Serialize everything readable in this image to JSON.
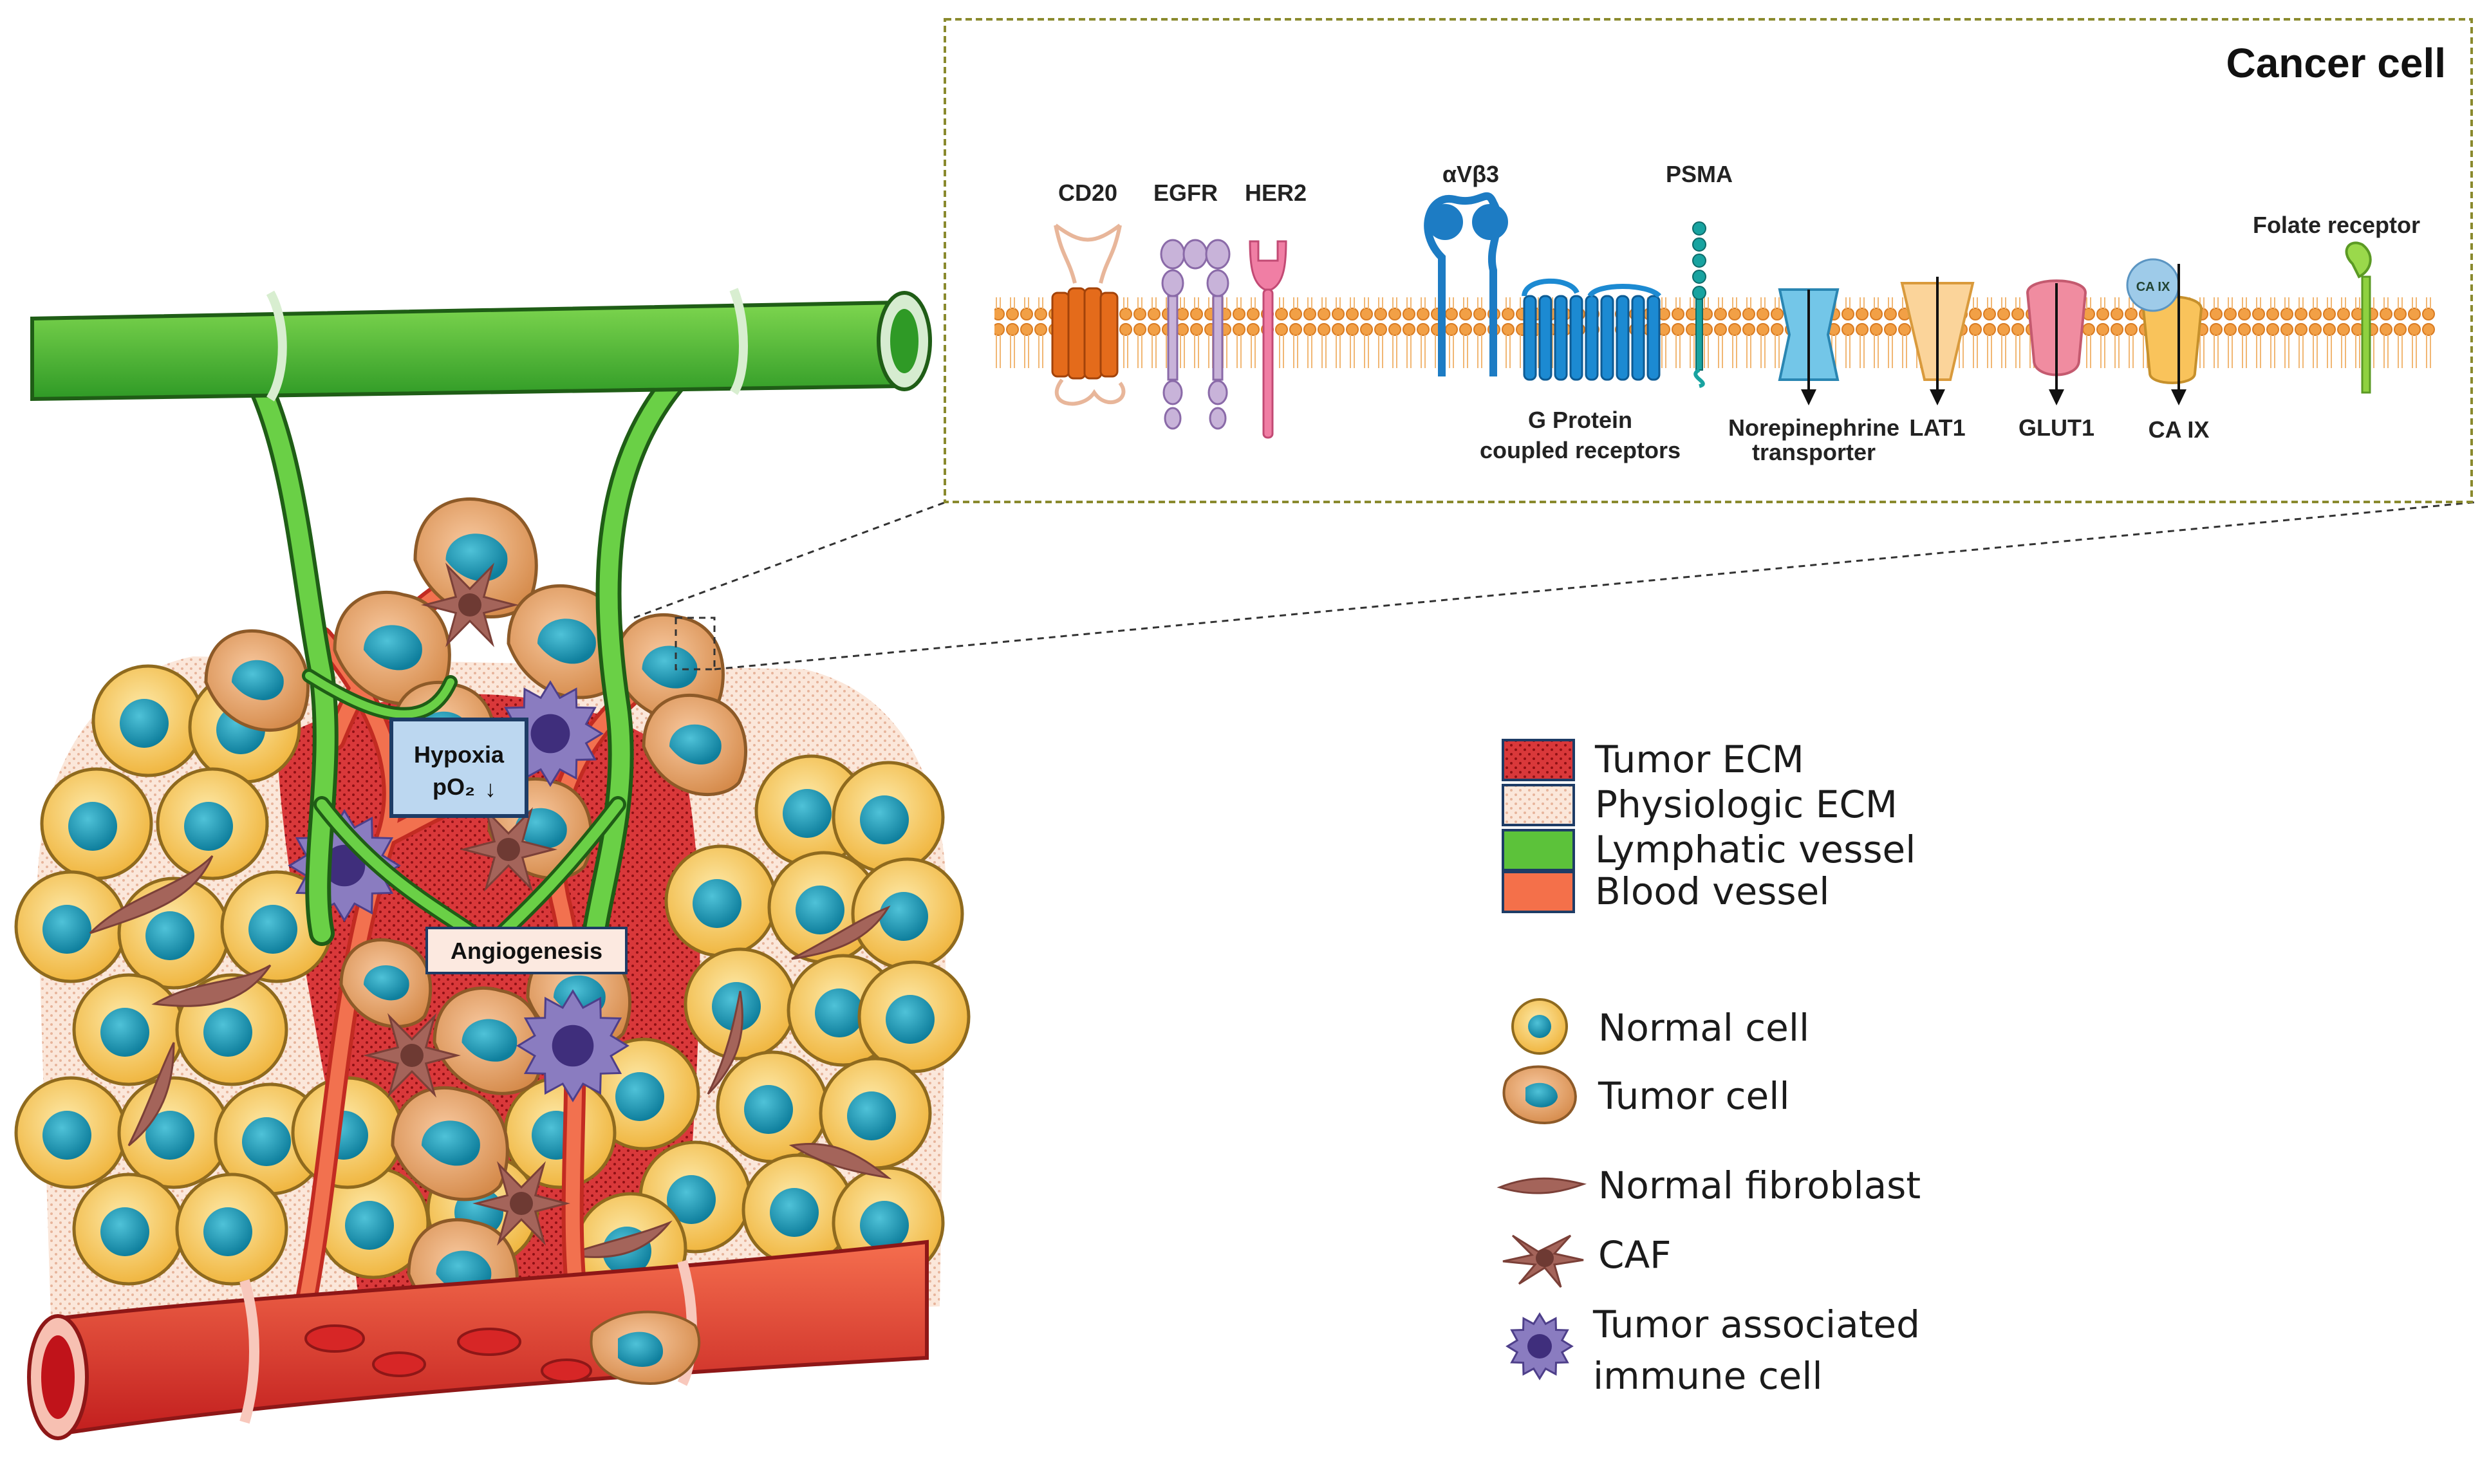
{
  "inset": {
    "title": "Cancer cell",
    "receptors": {
      "cd20": "CD20",
      "egfr": "EGFR",
      "her2": "HER2",
      "avb3": "αVβ3",
      "psma": "PSMA",
      "folate": "Folate receptor",
      "gpcr_line1": "G Protein",
      "gpcr_line2": "coupled receptors",
      "net_line1": "Norepinephrine",
      "net_line2": "transporter",
      "lat1": "LAT1",
      "glut1": "GLUT1",
      "caix": "CA IX",
      "caix_badge": "CA IX"
    }
  },
  "tumor": {
    "hypoxia_line1": "Hypoxia",
    "hypoxia_line2": "pO₂",
    "hypoxia_arrow": "↓",
    "angiogenesis": "Angiogenesis"
  },
  "legend": {
    "ecm": [
      {
        "label": "Tumor ECM",
        "color": "#c0282d"
      },
      {
        "label": "Physiologic ECM",
        "color": "#f6d6c6"
      },
      {
        "label": "Lymphatic vessel",
        "color": "#5cc23a"
      },
      {
        "label": "Blood vessel",
        "color": "#f4704a"
      }
    ],
    "cells": {
      "normal": "Normal cell",
      "tumor": "Tumor cell",
      "fibroblast": "Normal fibroblast",
      "caf": "CAF",
      "immune_line1": "Tumor associated",
      "immune_line2": "immune cell"
    }
  }
}
